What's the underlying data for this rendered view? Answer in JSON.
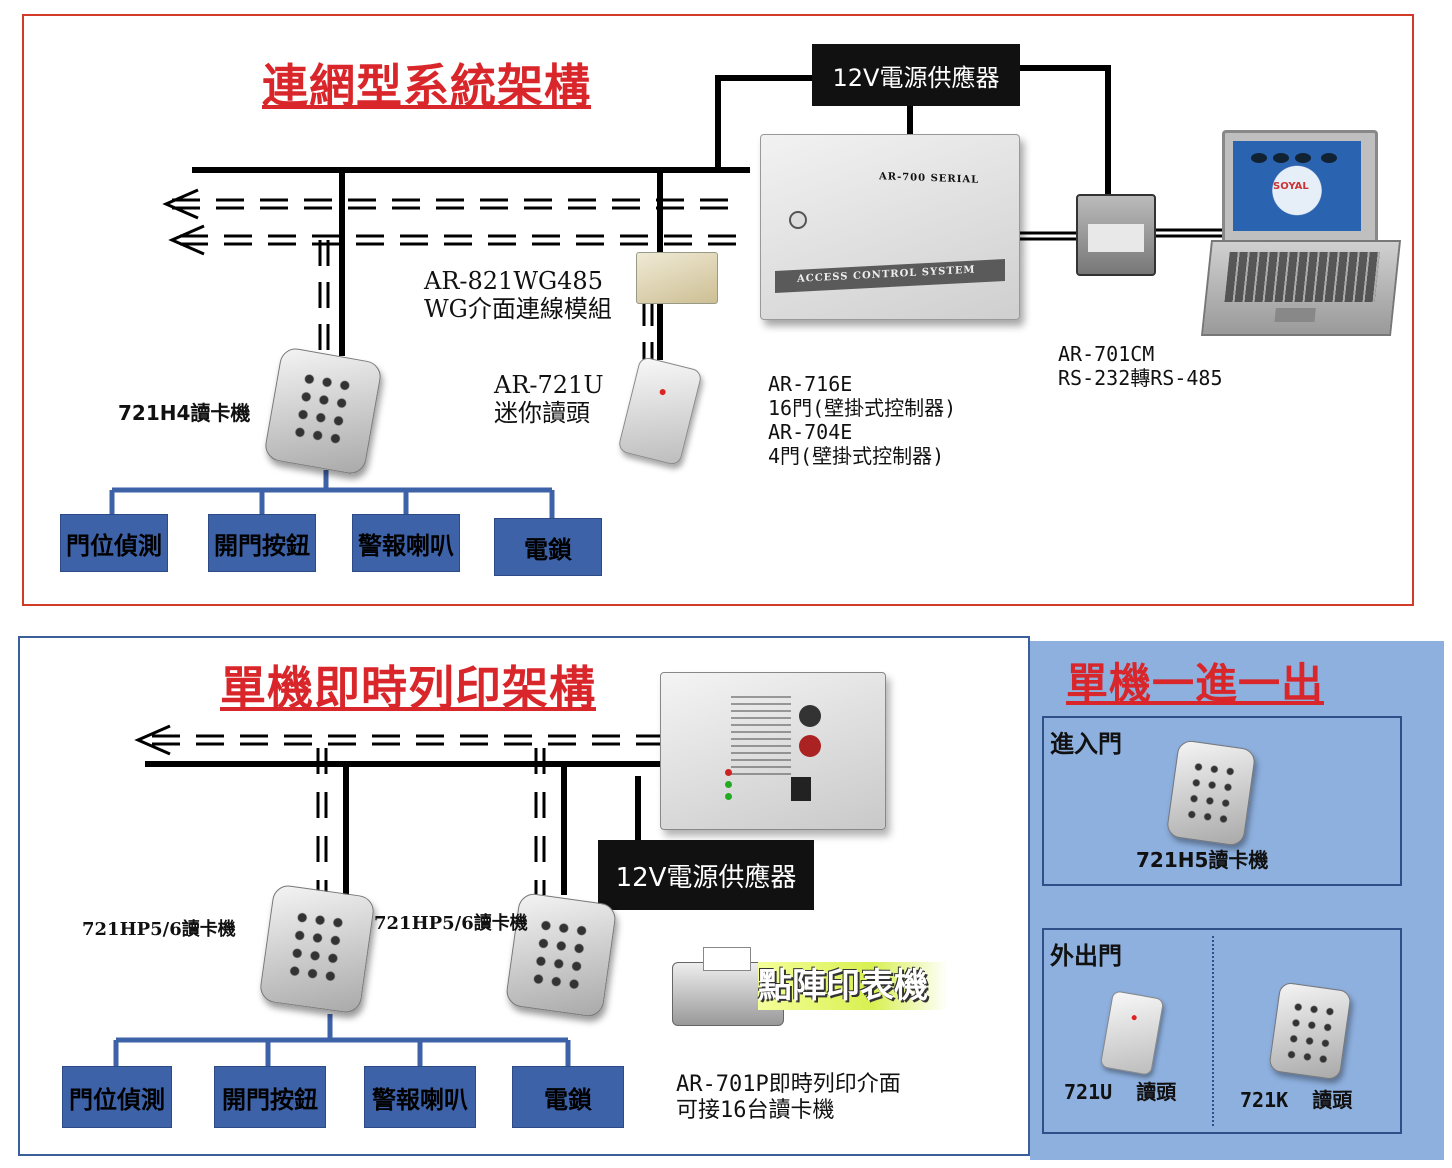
{
  "networked": {
    "title": "連網型系統架構",
    "power_supply": "12V電源供應器",
    "controller_model_text": "AR-700 SERIAL",
    "controller_panel_text": "ACCESS CONTROL SYSTEM",
    "laptop_logo": "SOYAL",
    "wg_module": {
      "line1": "AR-821WG485",
      "line2": "WG介面連線模組"
    },
    "mini_reader": {
      "line1": "AR-721U",
      "line2": "迷你讀頭"
    },
    "keypad_reader": "721H4讀卡機",
    "controllers": [
      "AR-716E",
      "16門(壁掛式控制器)",
      "AR-704E",
      "4門(壁掛式控制器)"
    ],
    "converter": {
      "line1": "AR-701CM",
      "line2": "RS-232轉RS-485"
    },
    "devices": [
      "門位偵測",
      "開門按鈕",
      "警報喇叭",
      "電鎖"
    ]
  },
  "standalone": {
    "title": "單機即時列印架構",
    "power_supply": "12V電源供應器",
    "reader_left": "721HP5/6讀卡機",
    "reader_right": "721HP5/6讀卡機",
    "printer_label": "點陣印表機",
    "interface": {
      "line1": "AR-701P即時列印介面",
      "line2": "可接16台讀卡機"
    },
    "devices": [
      "門位偵測",
      "開門按鈕",
      "警報喇叭",
      "電鎖"
    ]
  },
  "in_out": {
    "title": "單機一進一出",
    "entry": {
      "title": "進入門",
      "reader": "721H5讀卡機"
    },
    "exit": {
      "title": "外出門",
      "reader_a": "721U  讀頭",
      "reader_b": "721K  讀頭"
    }
  },
  "colors": {
    "red": "#d8262a",
    "blue": "#3e62a8",
    "panel": "#8eb0df",
    "black": "#111111"
  }
}
